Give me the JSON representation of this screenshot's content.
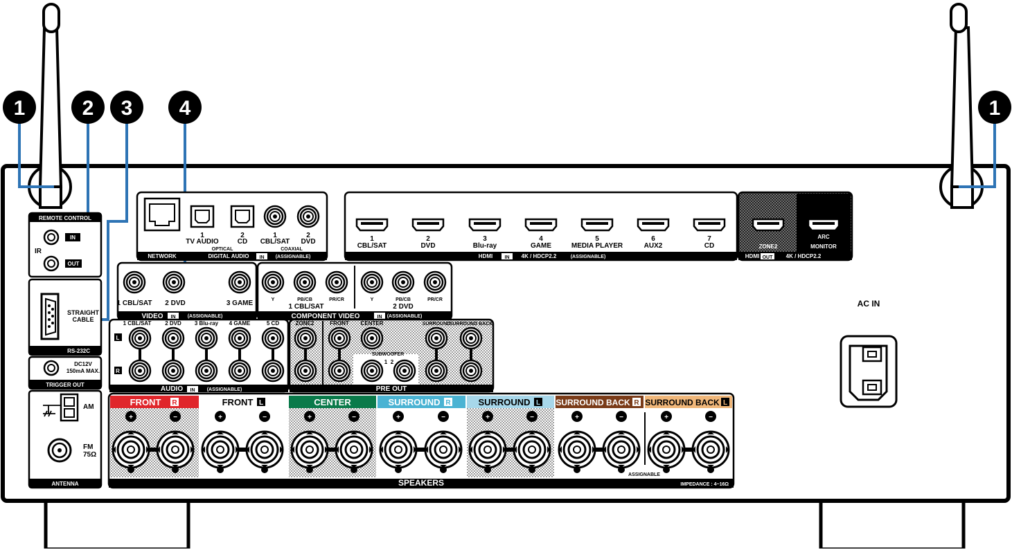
{
  "callouts": [
    "1",
    "2",
    "3",
    "4",
    "1"
  ],
  "colors": {
    "callout_line": "#2e74b5",
    "front_r": "#e0262b",
    "front_l": "#ffffff",
    "center": "#0a7a4a",
    "surround_r": "#4ab3d3",
    "surround_l": "#a7d7ea",
    "surround_back_r": "#7a3b18",
    "surround_back_l": "#f0b77a"
  },
  "remote": {
    "title": "REMOTE CONTROL",
    "ir": "IR",
    "in": "IN",
    "out": "OUT"
  },
  "rs232c": {
    "straight": "STRAIGHT",
    "cable": "CABLE",
    "title": "RS-232C"
  },
  "trigger": {
    "spec1": "DC12V",
    "spec2": "150mA MAX.",
    "title": "TRIGGER OUT"
  },
  "antenna": {
    "am": "AM",
    "fm": "FM",
    "fm_ohm": "75Ω",
    "title": "ANTENNA"
  },
  "network": {
    "title": "NETWORK"
  },
  "digital_audio": {
    "optical_label": "OPTICAL",
    "coaxial_label": "COAXIAL",
    "ports": [
      {
        "num": "1",
        "name": "TV AUDIO"
      },
      {
        "num": "2",
        "name": "CD"
      },
      {
        "num": "1",
        "name": "CBL/SAT"
      },
      {
        "num": "2",
        "name": "DVD"
      }
    ],
    "title": "DIGITAL AUDIO",
    "in_badge": "IN",
    "assignable": "(ASSIGNABLE)"
  },
  "hdmi_in": {
    "ports": [
      {
        "num": "1",
        "name": "CBL/SAT"
      },
      {
        "num": "2",
        "name": "DVD"
      },
      {
        "num": "3",
        "name": "Blu-ray"
      },
      {
        "num": "4",
        "name": "GAME"
      },
      {
        "num": "5",
        "name": "MEDIA PLAYER"
      },
      {
        "num": "6",
        "name": "AUX2"
      },
      {
        "num": "7",
        "name": "CD"
      }
    ],
    "title": "HDMI",
    "in_badge": "IN",
    "spec": "4K / HDCP2.2",
    "assignable": "(ASSIGNABLE)"
  },
  "hdmi_out": {
    "zone2": "ZONE2",
    "arc": "ARC",
    "monitor": "MONITOR",
    "title": "HDMI",
    "out_badge": "OUT",
    "spec": "4K / HDCP2.2"
  },
  "video_in": {
    "ports": [
      "1 CBL/SAT",
      "2 DVD",
      "3 GAME"
    ],
    "title": "VIDEO",
    "in_badge": "IN",
    "assignable": "(ASSIGNABLE)"
  },
  "component_video": {
    "jacks": [
      "Y",
      "PB/CB",
      "PR/CR",
      "Y",
      "PB/CB",
      "PR/CR"
    ],
    "group1": "1 CBL/SAT",
    "group2": "2 DVD",
    "title": "COMPONENT VIDEO",
    "in_badge": "IN",
    "assignable": "(ASSIGNABLE)"
  },
  "audio_in": {
    "ports": [
      "1 CBL/SAT",
      "2 DVD",
      "3 Blu-ray",
      "4 GAME",
      "5 CD"
    ],
    "l": "L",
    "r": "R",
    "title": "AUDIO",
    "in_badge": "IN",
    "assignable": "(ASSIGNABLE)"
  },
  "pre_out": {
    "zone2": "ZONE2",
    "front": "FRONT",
    "center": "CENTER",
    "surround": "SURROUND",
    "surround_back": "SURROUND BACK",
    "subwoofer": "SUBWOOFER",
    "sub1": "1",
    "sub2": "2",
    "title": "PRE OUT"
  },
  "ac_in": {
    "label": "AC IN"
  },
  "speakers": {
    "channels": [
      {
        "label": "FRONT",
        "badge": "R"
      },
      {
        "label": "FRONT",
        "badge": "L"
      },
      {
        "label": "CENTER",
        "badge": ""
      },
      {
        "label": "SURROUND",
        "badge": "R"
      },
      {
        "label": "SURROUND",
        "badge": "L"
      },
      {
        "label": "SURROUND BACK",
        "badge": "R"
      },
      {
        "label": "SURROUND BACK",
        "badge": "L"
      }
    ],
    "plus": "+",
    "minus": "−",
    "assignable": "ASSIGNABLE",
    "title": "SPEAKERS",
    "impedance": "IMPEDANCE : 4~16Ω"
  }
}
